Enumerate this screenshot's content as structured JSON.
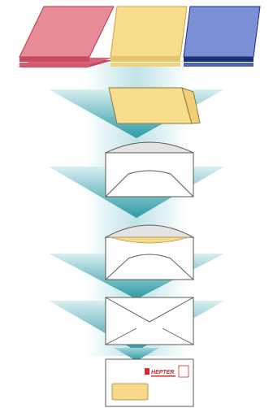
{
  "brand": {
    "logo_text": "HEPTER"
  },
  "colors": {
    "stack_red": "#e98a97",
    "stack_red_dark": "#c84a5e",
    "stack_yellow": "#f7dd8c",
    "stack_yellow_dark": "#d9b45a",
    "stack_blue": "#7b8fd6",
    "stack_blue_dark": "#1a2f7a",
    "arrow_light": "#dff1f3",
    "arrow_dark": "#2a9aa4",
    "envelope_fill": "#ffffff",
    "envelope_stroke": "#5a5a5a",
    "flap_grey": "#e3e3e3",
    "insert_yellow": "#f6d98a",
    "logo_red": "#d8252e"
  },
  "steps": [
    {
      "name": "paper-stacks"
    },
    {
      "name": "folded-letter"
    },
    {
      "name": "open-envelope"
    },
    {
      "name": "insert-envelope"
    },
    {
      "name": "sealed-envelope"
    },
    {
      "name": "addressed-envelope"
    }
  ]
}
